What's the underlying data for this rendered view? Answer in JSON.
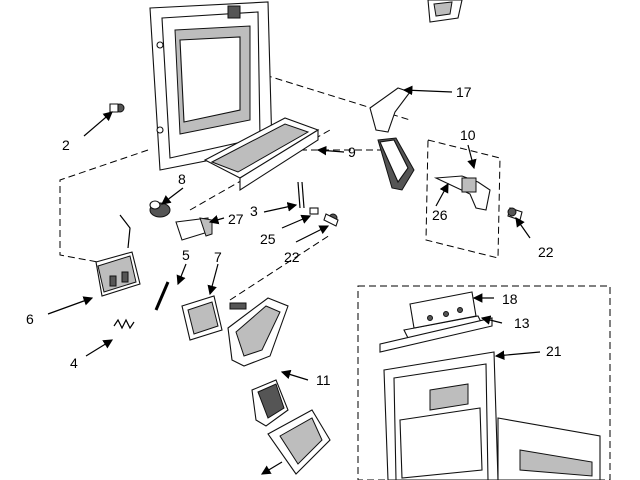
{
  "callouts": [
    {
      "id": "c17",
      "text": "17"
    },
    {
      "id": "c10",
      "text": "10"
    },
    {
      "id": "c2",
      "text": "2"
    },
    {
      "id": "c9",
      "text": "9"
    },
    {
      "id": "c8",
      "text": "8"
    },
    {
      "id": "c3",
      "text": "3"
    },
    {
      "id": "c27",
      "text": "27"
    },
    {
      "id": "c26",
      "text": "26"
    },
    {
      "id": "c25",
      "text": "25"
    },
    {
      "id": "c22a",
      "text": "22"
    },
    {
      "id": "c22b",
      "text": "22"
    },
    {
      "id": "c5",
      "text": "5"
    },
    {
      "id": "c7",
      "text": "7"
    },
    {
      "id": "c6",
      "text": "6"
    },
    {
      "id": "c18",
      "text": "18"
    },
    {
      "id": "c13",
      "text": "13"
    },
    {
      "id": "c4",
      "text": "4"
    },
    {
      "id": "c21",
      "text": "21"
    },
    {
      "id": "c11",
      "text": "11"
    }
  ]
}
